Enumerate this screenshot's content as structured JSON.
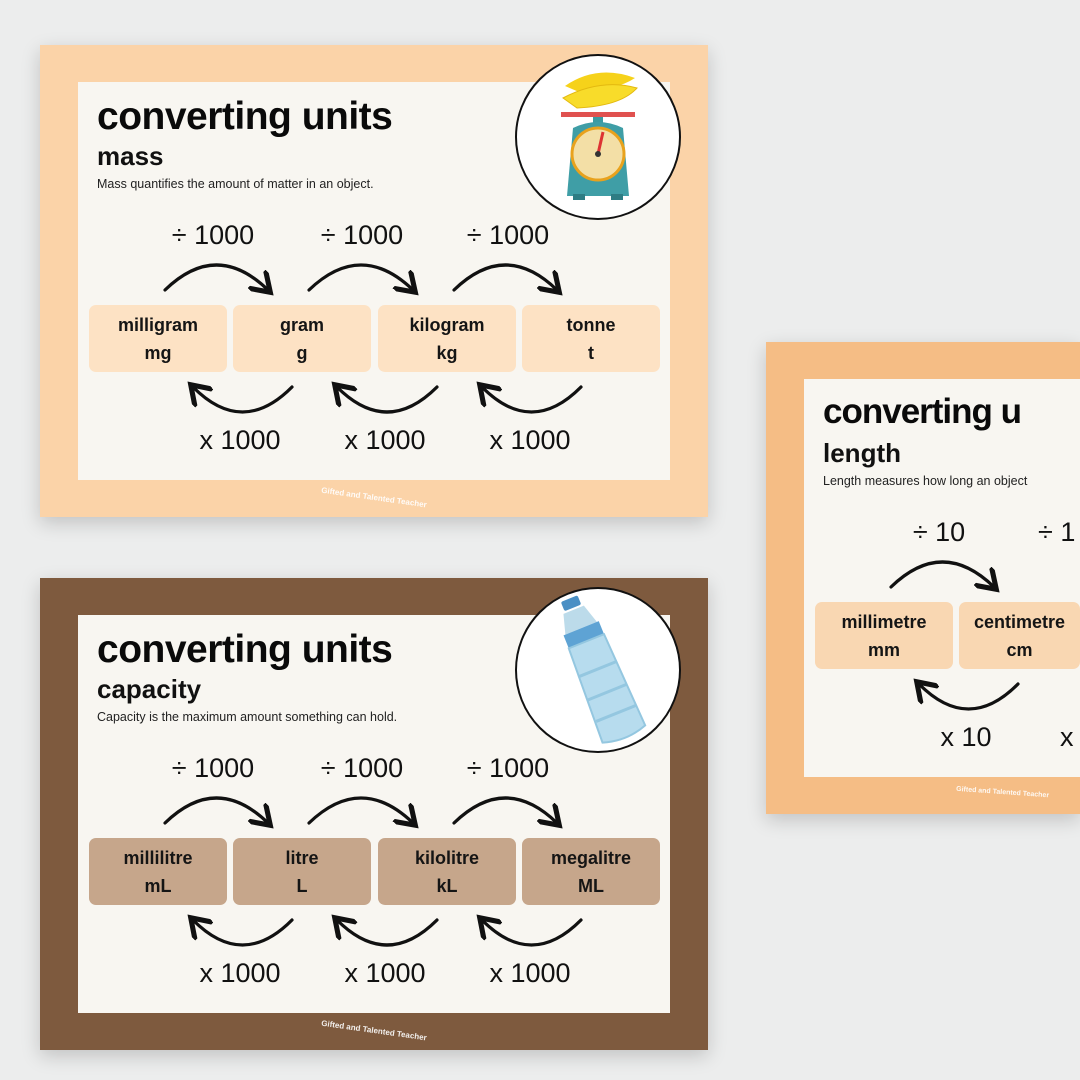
{
  "watermark": "Gifted and Talented Teacher",
  "posters": [
    {
      "id": "mass",
      "title": "converting units",
      "subtitle": "mass",
      "description": "Mass quantifies the amount of matter in an object.",
      "icon": "kitchen-scale-with-bananas-icon",
      "colors": {
        "background": "#fbd3a8",
        "box": "#fde2c4"
      },
      "divide_labels": [
        "÷ 1000",
        "÷ 1000",
        "÷ 1000"
      ],
      "multiply_labels": [
        "x 1000",
        "x 1000",
        "x 1000"
      ],
      "units": [
        {
          "name": "milligram",
          "symbol": "mg"
        },
        {
          "name": "gram",
          "symbol": "g"
        },
        {
          "name": "kilogram",
          "symbol": "kg"
        },
        {
          "name": "tonne",
          "symbol": "t"
        }
      ]
    },
    {
      "id": "capacity",
      "title": "converting units",
      "subtitle": "capacity",
      "description": "Capacity is the maximum amount something can hold.",
      "icon": "water-bottle-icon",
      "colors": {
        "background": "#7e5a3e",
        "box": "#c6a68b"
      },
      "divide_labels": [
        "÷ 1000",
        "÷ 1000",
        "÷ 1000"
      ],
      "multiply_labels": [
        "x 1000",
        "x 1000",
        "x 1000"
      ],
      "units": [
        {
          "name": "millilitre",
          "symbol": "mL"
        },
        {
          "name": "litre",
          "symbol": "L"
        },
        {
          "name": "kilolitre",
          "symbol": "kL"
        },
        {
          "name": "megalitre",
          "symbol": "ML"
        }
      ]
    },
    {
      "id": "length",
      "title": "converting u",
      "subtitle": "length",
      "description": "Length measures how long an object",
      "icon": "",
      "colors": {
        "background": "#f5bd85",
        "box": "#f9d7b2"
      },
      "divide_labels": [
        "÷ 10",
        "÷ 1"
      ],
      "multiply_labels": [
        "x 10",
        "x"
      ],
      "units": [
        {
          "name": "millimetre",
          "symbol": "mm"
        },
        {
          "name": "centimetre",
          "symbol": "cm"
        }
      ]
    }
  ]
}
